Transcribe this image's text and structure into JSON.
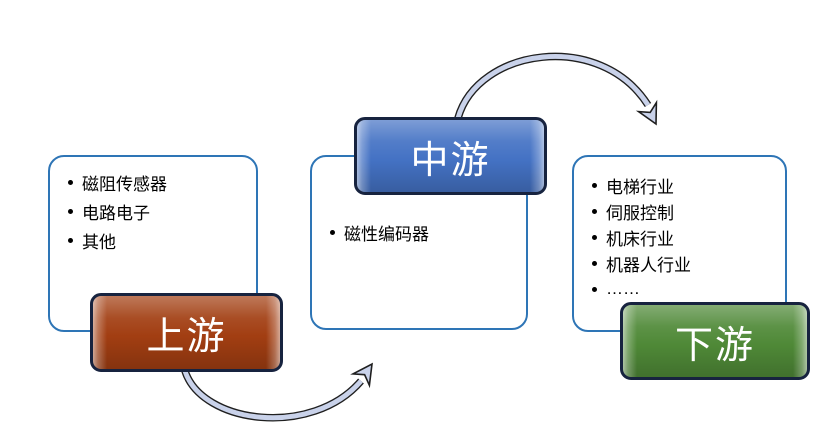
{
  "diagram": {
    "stages": [
      {
        "id": "upstream",
        "label": "上游",
        "items": [
          "磁阻传感器",
          "电路电子",
          "其他"
        ],
        "color": "#A23E12"
      },
      {
        "id": "midstream",
        "label": "中游",
        "items": [
          "磁性编码器"
        ],
        "color": "#4472C4"
      },
      {
        "id": "downstream",
        "label": "下游",
        "items": [
          "电梯行业",
          "伺服控制",
          "机床行业",
          "机器人行业",
          "……"
        ],
        "color": "#4F8937"
      }
    ],
    "arrows": [
      {
        "name": "upstream-to-midstream",
        "shape": "arc-below",
        "direction": "left-to-right"
      },
      {
        "name": "midstream-to-downstream",
        "shape": "arc-above",
        "direction": "left-to-right"
      }
    ],
    "colors": {
      "background": "#FFFFFF",
      "card_border": "#2E75B6",
      "label_border": "#17233F",
      "label_text": "#FFFFFF",
      "body_text": "#000000",
      "arrow_fill": "#C9D2EA",
      "arrow_outline": "#1F1F1F"
    }
  }
}
